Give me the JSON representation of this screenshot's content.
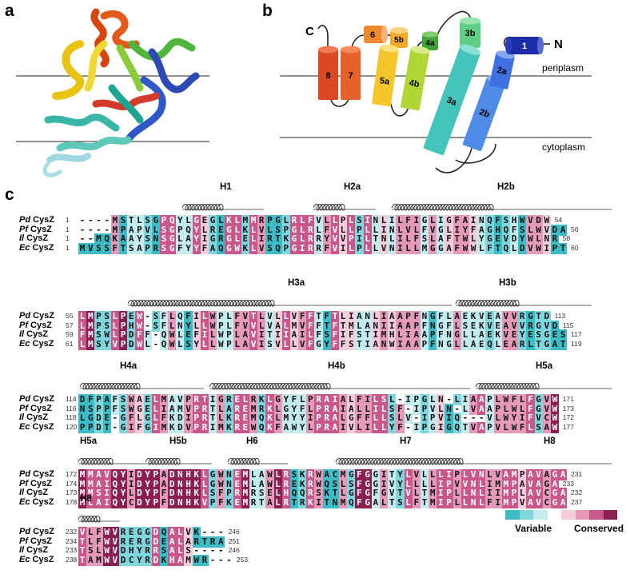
{
  "panels": {
    "a": "a",
    "b": "b",
    "c": "c"
  },
  "topology": {
    "c_term": "C",
    "n_term": "N",
    "periplasm": "periplasm",
    "cytoplasm": "cytoplasm",
    "helices": [
      "8",
      "7",
      "6",
      "5b",
      "5a",
      "4a",
      "4b",
      "3b",
      "3a",
      "2b",
      "2a",
      "1"
    ]
  },
  "legend": {
    "variable": "Variable",
    "conserved": "Conserved"
  },
  "colors": {
    "teal1": "#3cbcc4",
    "teal2": "#7fd6dc",
    "teal3": "#c4ecef",
    "white": "#ffffff",
    "pink1": "#f4cddd",
    "pink2": "#e49ab8",
    "pink3": "#c8588a",
    "pink4": "#8a1f52"
  },
  "alignment_blocks": [
    {
      "helices": [
        "H1",
        "H2a",
        "H2b"
      ],
      "rows": [
        {
          "species": "Pd",
          "suffix": " CysZ",
          "start": "1",
          "end": "54",
          "seq": "----MSTLSGPQYLGEGLKLMMRPGLRLFVLLPLSINLILFIGLIGFAINQFSHWVDW"
        },
        {
          "species": "Pf",
          "suffix": " CysZ",
          "start": "1",
          "end": "56",
          "seq": "----MPAPVLSGPQYLREGLKLVLSPGLRLFVLLPLLINLVLFVGLIYFAGHQFSLWVDA"
        },
        {
          "species": "Il",
          "suffix": " CysZ",
          "start": "1",
          "end": "58",
          "seq": "--MQKAAYSNSGLAYIGRGLELIRTKGLRRYVVPILTNLILFSLAFTWLYGEVDYWLNR"
        },
        {
          "species": "Ec",
          "suffix": " CysZ",
          "start": "1",
          "end": "60",
          "seq": "MVSSFTSAPRSGFYYFAQGWKLVSQPGIRRFVILPLLVNILLMGGAFWWLFTQLDVWIPT"
        }
      ]
    },
    {
      "helices": [
        "H3a",
        "H3b"
      ],
      "rows": [
        {
          "species": "Pd",
          "suffix": " CysZ",
          "start": "55",
          "end": "113",
          "seq": "LMPSLPEW-SFLQFILWPLFVTLVLLVFFTFTLIANLIAAPFNGFLAEKVEAVVRGTD"
        },
        {
          "species": "Pf",
          "suffix": " CysZ",
          "start": "57",
          "end": "115",
          "seq": "LMPSLPHW-SFLNYLLWPLFVVLVALMVFFTFTMLANIIAAPFNGFLSEKVEAVVRGVD"
        },
        {
          "species": "Il",
          "suffix": " CysZ",
          "start": "59",
          "end": "117",
          "seq": "FMSWLPDFF-QWLEFILWPLAVITIIAILFSFIFSTIMHLIAAPFNGLLAEKVEYESGES"
        },
        {
          "species": "Ec",
          "suffix": " CysZ",
          "start": "61",
          "end": "119",
          "seq": "LMSYVPDWL-QWLSYLLWPLAVISVLLVFGYFFSTIANWIAAPFNGLLAEQLEARLTGAT"
        }
      ]
    },
    {
      "helices": [
        "H4a",
        "H4b",
        "H5a"
      ],
      "rows": [
        {
          "species": "Pd",
          "suffix": " CysZ",
          "start": "114",
          "end": "171",
          "seq": "DFPAFSWAELMAVPRTIGRELRKLGYFLPRAIALFILSL-IPGLN-LIAAPLWFLFGVW"
        },
        {
          "species": "Pf",
          "suffix": " CysZ",
          "start": "116",
          "end": "173",
          "seq": "NSPPFSWGELIAMVPRTLAREMRKLGYFLPRAIALLILSF-IPVLN-LVAAPLWLFGVW"
        },
        {
          "species": "Il",
          "suffix": " CysZ",
          "start": "118",
          "end": "172",
          "seq": "LGDE-GFLGLFKDIPRTLKREMQKLMYYIPRALGFFLLSLV-IPVIQ---VLWYIFVCW"
        },
        {
          "species": "Ec",
          "suffix": " CysZ",
          "start": "120",
          "end": "177",
          "seq": "PPDT-GIFGIMKDVPRIMKREWQKFAWYLPRAIVLILLYF-IPGIGQTVAPVLWFLSAW"
        }
      ]
    },
    {
      "helices": [
        "H5a",
        "H5b",
        "H6",
        "H7",
        "H8"
      ],
      "rows": [
        {
          "species": "Pd",
          "suffix": " CysZ",
          "start": "172",
          "end": "231",
          "seq": "MMAVQYIDYPADNHKLGWNEMLAWLRSKRWACMGFGGITYLVLLLIPLVNLVAMPAVAGA"
        },
        {
          "species": "Pf",
          "suffix": " CysZ",
          "start": "174",
          "end": "233",
          "seq": "MMAIQYIDYPADNHKLGWNEMLAWLREKRWQSLSFGGIVYLLLLIPVVNLIMMPAVAGA"
        },
        {
          "species": "Il",
          "suffix": " CysZ",
          "start": "173",
          "end": "232",
          "seq": "MMSIQYLDYPFDNHKLSFPRMRSELHQQRSKTLGFGFGVTVLTMIPLLNLIIMPLAVCGA"
        },
        {
          "species": "Ec",
          "suffix": " CysZ",
          "start": "178",
          "end": "237",
          "seq": "MLAIQYCDYPFDNHKVPFKEMRTALRTRKITNMQFGALTSLFTMIPLLNLFIMPVAVCGA"
        }
      ]
    },
    {
      "helices": [
        "H8"
      ],
      "rows": [
        {
          "species": "Pd",
          "suffix": " CysZ",
          "start": "232",
          "end": "246",
          "seq": "VLFWVREGGDQALVK---"
        },
        {
          "species": "Pf",
          "suffix": " CysZ",
          "start": "234",
          "end": "251",
          "seq": "TLFWVRERGDEALARTRA"
        },
        {
          "species": "Il",
          "suffix": " CysZ",
          "start": "233",
          "end": "246",
          "seq": "TSLWVDHYRRSALS----"
        },
        {
          "species": "Ec",
          "suffix": " CysZ",
          "start": "238",
          "end": "253",
          "seq": "TAMWVDCYRDKHAMWR---"
        }
      ]
    }
  ]
}
